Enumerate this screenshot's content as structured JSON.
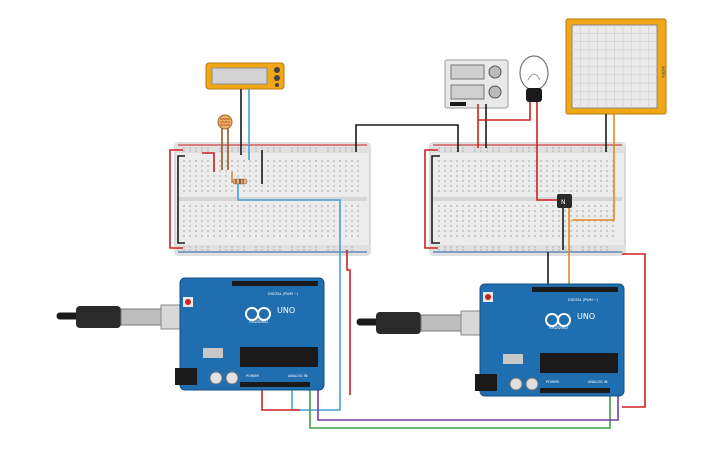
{
  "canvas": {
    "background": "#ffffff"
  },
  "boards": {
    "left": {
      "brand": "ARDUINO",
      "model": "UNO",
      "digital_label": "DIGITAL (PWM ~)",
      "analog_label": "ANALOG IN",
      "power_label": "POWER"
    },
    "right": {
      "brand": "ARDUINO",
      "model": "UNO",
      "digital_label": "DIGITAL (PWM ~)",
      "analog_label": "ANALOG IN",
      "power_label": "POWER"
    }
  },
  "components": {
    "oscilloscope_label": "xs/div",
    "bulb": "light-bulb",
    "power_supply": "power-supply",
    "multimeter": "multimeter",
    "photoresistor": "photoresistor",
    "resistor": "resistor",
    "transistor_label": "N"
  },
  "wire_colors": {
    "red": "#d02020",
    "black": "#1a1a1a",
    "blue": "#4aa0d8",
    "green": "#3aa040",
    "purple": "#7a3aa0",
    "orange": "#e08a1e",
    "brown": "#8a5a2a"
  },
  "colors": {
    "board": "#1f6fb0",
    "breadboard": "#e8e8e8",
    "screen": "#f0a818"
  }
}
